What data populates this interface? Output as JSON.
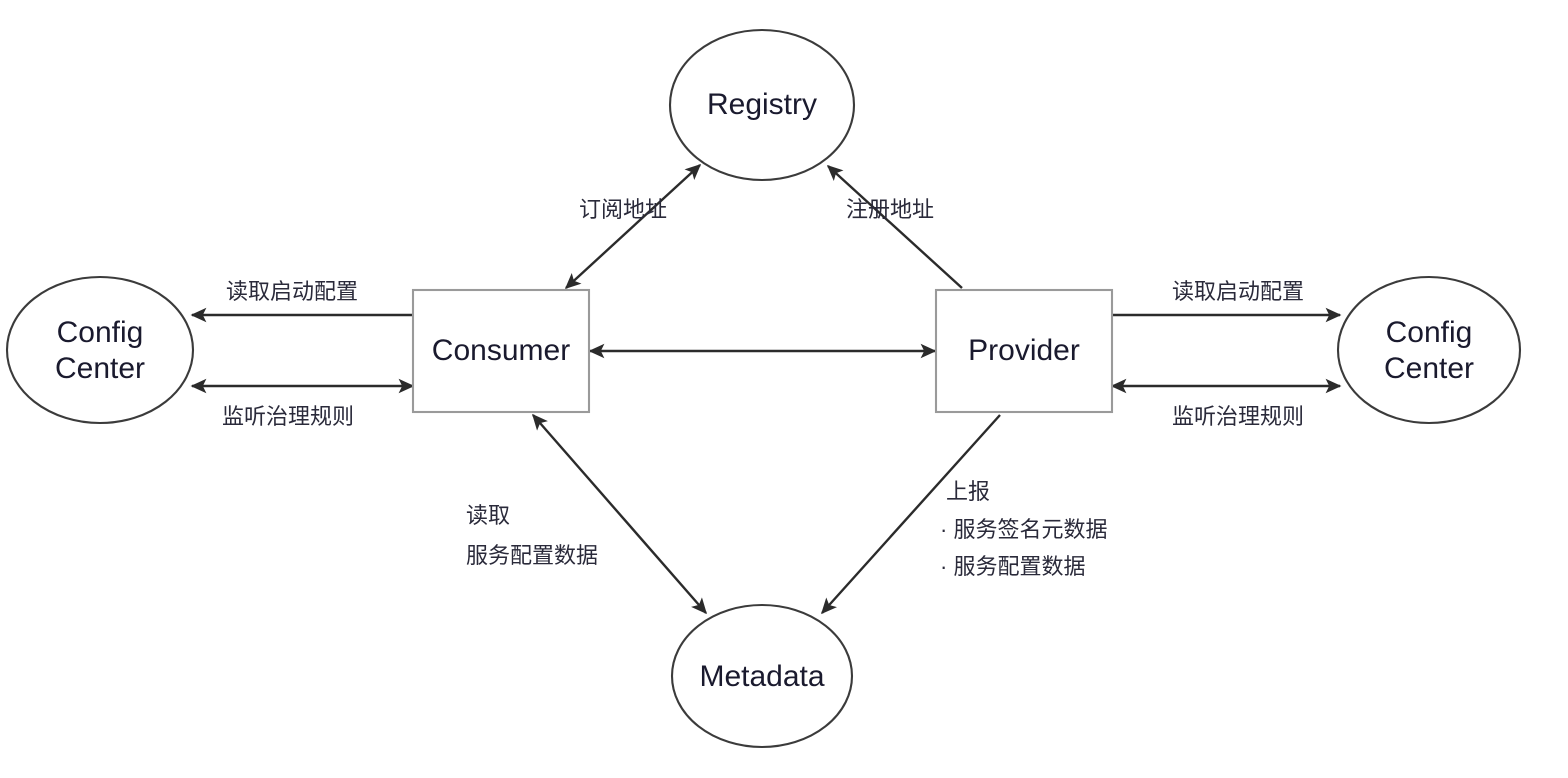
{
  "diagram": {
    "title": "Dubbo service registration and configuration architecture",
    "background_color": "#ffffff",
    "stroke_color": "#2b2b2b",
    "node_text_color": "#1a1a2e",
    "label_text_color": "#2a2a3a",
    "nodes": {
      "registry": {
        "label": "Registry",
        "shape": "ellipse"
      },
      "consumer": {
        "label": "Consumer",
        "shape": "rectangle"
      },
      "provider": {
        "label": "Provider",
        "shape": "rectangle"
      },
      "metadata": {
        "label": "Metadata",
        "shape": "ellipse"
      },
      "config_center_left": {
        "label_line1": "Config",
        "label_line2": "Center",
        "shape": "ellipse"
      },
      "config_center_right": {
        "label_line1": "Config",
        "label_line2": "Center",
        "shape": "ellipse"
      }
    },
    "edges": {
      "consumer_registry": {
        "label": "订阅地址",
        "direction": "bidirectional",
        "from": "Consumer",
        "to": "Registry"
      },
      "provider_registry": {
        "label": "注册地址",
        "direction": "to-registry",
        "from": "Provider",
        "to": "Registry"
      },
      "consumer_provider": {
        "label": "",
        "direction": "bidirectional",
        "from": "Consumer",
        "to": "Provider"
      },
      "consumer_config_read": {
        "label": "读取启动配置",
        "direction": "to-config",
        "from": "Consumer",
        "to": "Config Center"
      },
      "consumer_config_watch": {
        "label": "监听治理规则",
        "direction": "bidirectional",
        "from": "Consumer",
        "to": "Config Center"
      },
      "provider_config_read": {
        "label": "读取启动配置",
        "direction": "to-config",
        "from": "Provider",
        "to": "Config Center"
      },
      "provider_config_watch": {
        "label": "监听治理规则",
        "direction": "bidirectional",
        "from": "Provider",
        "to": "Config Center"
      },
      "consumer_metadata": {
        "label_line1": "读取",
        "label_line2": "服务配置数据",
        "direction": "bidirectional",
        "from": "Consumer",
        "to": "Metadata"
      },
      "provider_metadata": {
        "label_line1": "上报",
        "label_line2": "· 服务签名元数据",
        "label_line3": "· 服务配置数据",
        "direction": "to-metadata",
        "from": "Provider",
        "to": "Metadata"
      }
    }
  }
}
